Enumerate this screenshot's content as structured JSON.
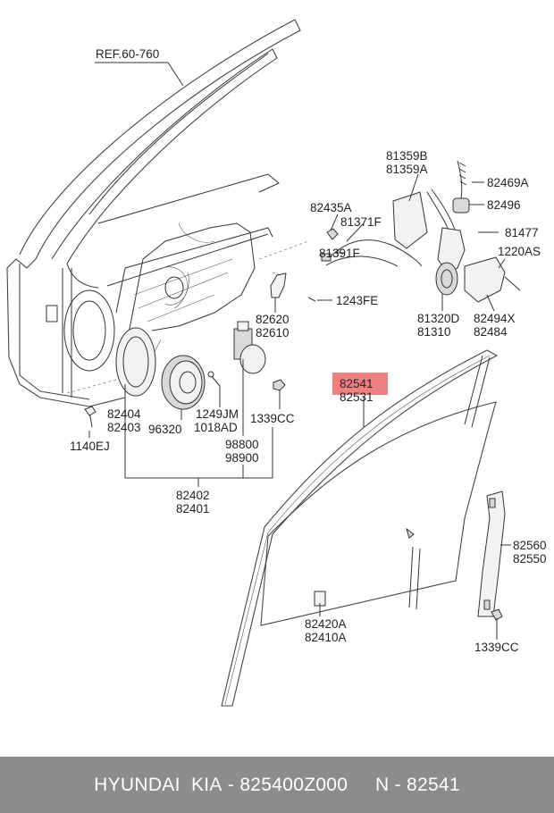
{
  "labels": {
    "ref": "REF.60-760",
    "l82469a": "82469A",
    "l81359b": "81359B",
    "l81359a": "81359A",
    "l82496": "82496",
    "l82435a": "82435A",
    "l81371f": "81371F",
    "l81477": "81477",
    "l1220as": "1220AS",
    "l81391f": "81391F",
    "l1243fe": "1243FE",
    "l82620": "82620",
    "l82610": "82610",
    "l81320d": "81320D",
    "l81310": "81310",
    "l82494x": "82494X",
    "l82484": "82484",
    "l82541": "82541",
    "l82531": "82531",
    "l82404": "82404",
    "l82403": "82403",
    "l96320": "96320",
    "l1249jm": "1249JM",
    "l1018ad": "1018AD",
    "l1339cc_a": "1339CC",
    "l1140ej": "1140EJ",
    "l98800": "98800",
    "l98900": "98900",
    "l82402": "82402",
    "l82401": "82401",
    "l82560": "82560",
    "l82550": "82550",
    "l82420a": "82420A",
    "l82410a": "82410A",
    "l1339cc_b": "1339CC"
  },
  "highlight_color": "#f08080",
  "footer": {
    "brand": "HYUNDAI  KIA",
    "sep1": " - ",
    "part_number": "825400Z000",
    "gap": "     ",
    "n_prefix": "N",
    "sep2": " - ",
    "ref_number": "82541"
  }
}
